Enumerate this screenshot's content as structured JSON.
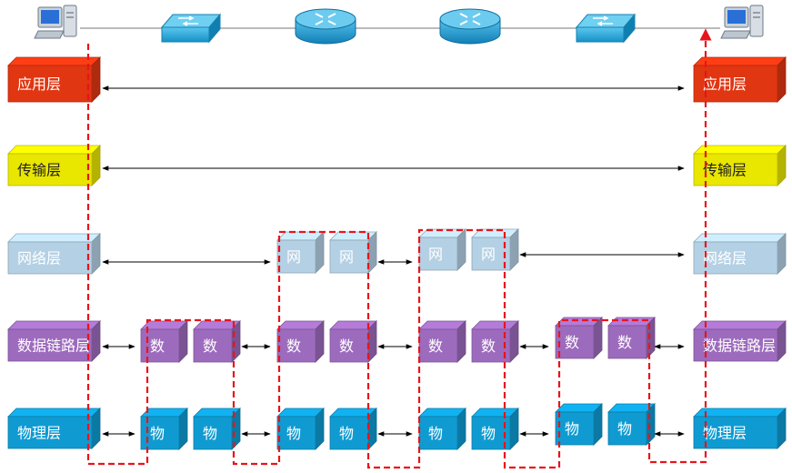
{
  "colors": {
    "application": "#e03612",
    "transport": "#e9e600",
    "network": "#b4d0e4",
    "datalink": "#9d6bbd",
    "physical": "#0f9bd2",
    "path": "#e8141b",
    "device": "#2aa9dd"
  },
  "layers": {
    "application": "应用层",
    "transport": "传输层",
    "network": "网络层",
    "datalink": "数据链路层",
    "physical": "物理层"
  },
  "short_labels": {
    "network": "网",
    "datalink": "数",
    "physical": "物"
  },
  "devices": [
    {
      "type": "host-icon"
    },
    {
      "type": "switch-icon"
    },
    {
      "type": "router-icon"
    },
    {
      "type": "router-icon"
    },
    {
      "type": "switch-icon"
    },
    {
      "type": "host-icon"
    }
  ]
}
